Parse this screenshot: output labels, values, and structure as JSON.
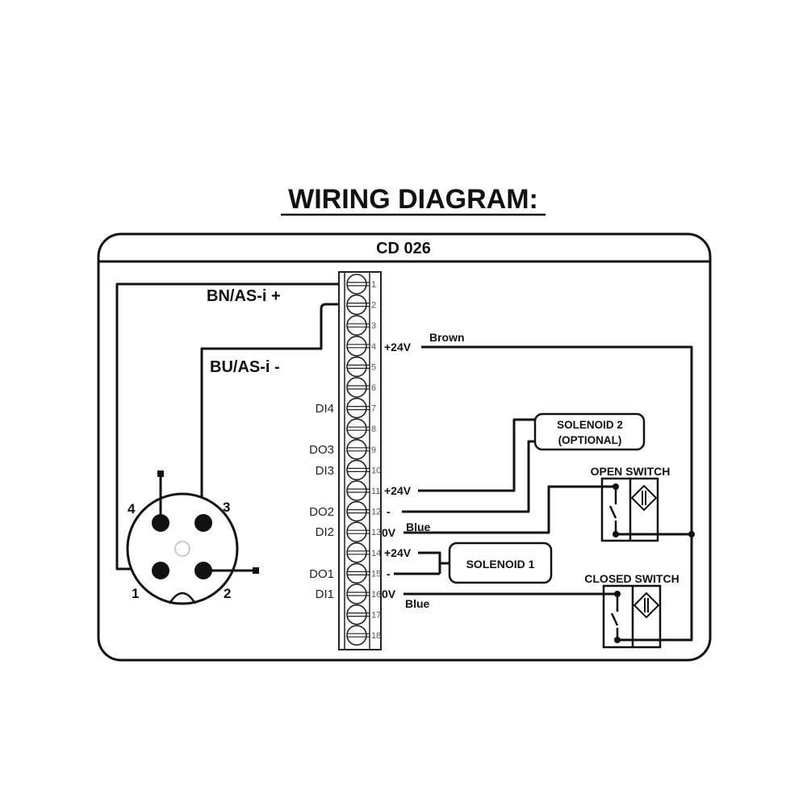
{
  "title": "WIRING DIAGRAM:",
  "device": "CD 026",
  "connector": {
    "bn_label": "BN/AS-i +",
    "bu_label": "BU/AS-i -",
    "pins": [
      "1",
      "2",
      "3",
      "4"
    ]
  },
  "terminals": [
    "1",
    "2",
    "3",
    "4",
    "5",
    "6",
    "7",
    "8",
    "9",
    "10",
    "11",
    "12",
    "13",
    "14",
    "15",
    "16",
    "17",
    "18"
  ],
  "terminal_labels": {
    "t7": "DI4",
    "t9": "DO3",
    "t10": "DI3",
    "t12": "DO2",
    "t13": "DI2",
    "t15": "DO1",
    "t16": "DI1"
  },
  "wire_labels": {
    "t4_v": "+24V",
    "t4_color": "Brown",
    "t11_v": "+24V",
    "t12_v": "-",
    "t13_v": "0V",
    "t13_color": "Blue",
    "t14_v": "+24V",
    "t15_v": "-",
    "t16_v": "0V",
    "t16_color": "Blue"
  },
  "components": {
    "solenoid2_line1": "SOLENOID 2",
    "solenoid2_line2": "(OPTIONAL)",
    "solenoid1": "SOLENOID 1",
    "open_switch": "OPEN SWITCH",
    "closed_switch": "CLOSED SWITCH"
  }
}
